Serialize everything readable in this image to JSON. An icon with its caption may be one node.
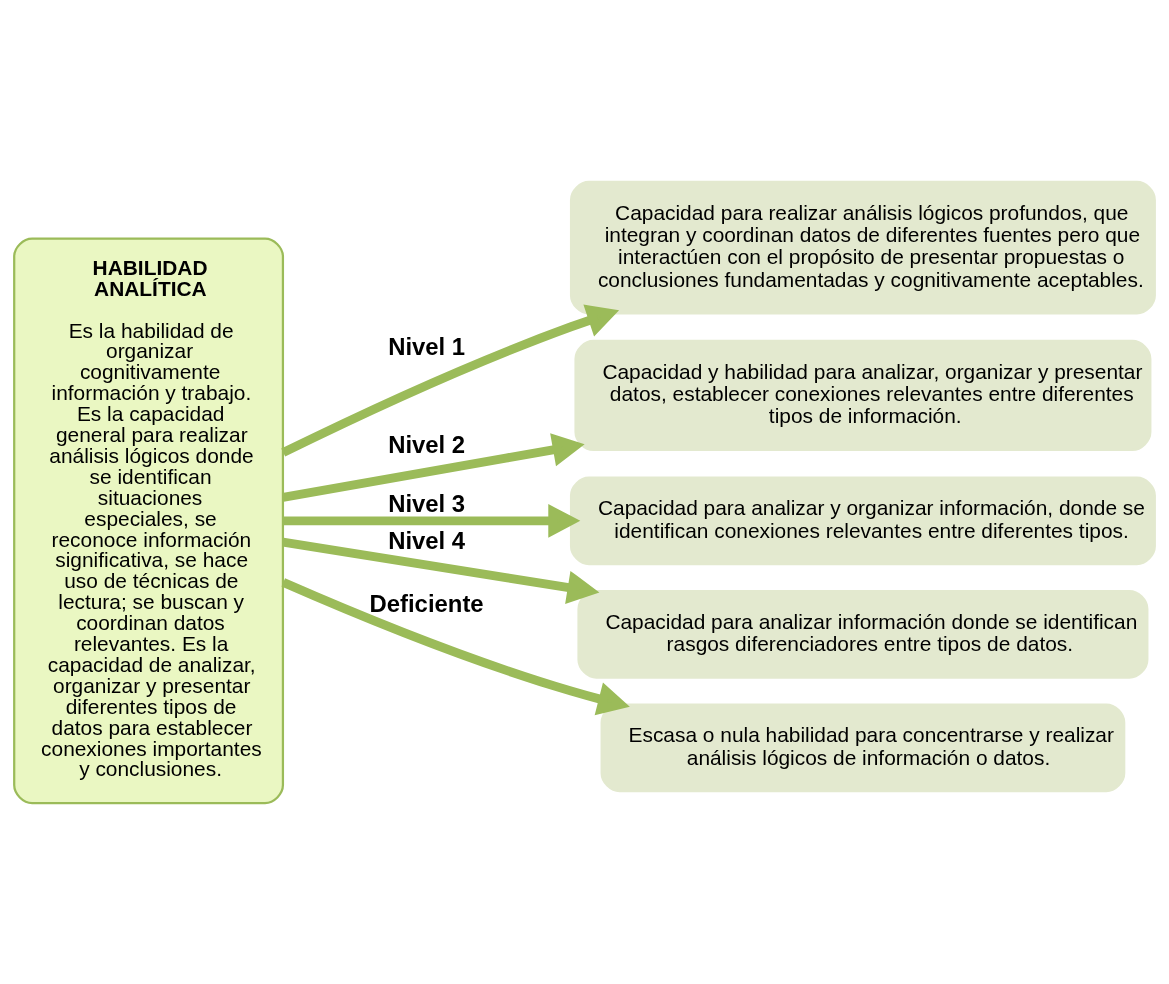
{
  "diagram": {
    "nodes": [
      {
        "text": [
          "HABILIDAD ANALÍTICA",
          "Es la habilidad de organizar cognitivamente información y trabajo. Es la capacidad general para realizar análisis lógicos donde se identifican situaciones especiales, se reconoce información significativa, se hace uso de técnicas de lectura; se buscan y coordinan datos relevantes. Es la capacidad de analizar, organizar y presentar diferentes tipos de datos para establecer conexiones importantes y conclusiones."
        ]
      },
      {
        "text": [
          "Capacidad para realizar análisis lógicos profundos, que integran y coordinan datos de diferentes fuentes pero que interactúen con el propósito de presentar propuestas o conclusiones fundamentadas y cognitivamente aceptables."
        ]
      },
      {
        "text": [
          "Capacidad y habilidad para analizar, organizar y presentar datos, establecer conexiones relevantes entre diferentes tipos de información."
        ]
      },
      {
        "text": [
          "Capacidad para analizar y organizar información, donde se identifican conexiones relevantes entre diferentes tipos."
        ]
      },
      {
        "text": [
          "Capacidad para analizar información donde se identifican rasgos diferenciadores entre tipos de datos."
        ]
      },
      {
        "text": [
          "Escasa o nula habilidad para concentrarse y realizar análisis lógicos de información o datos."
        ]
      }
    ],
    "edges": [
      {
        "from": 0,
        "to": 1,
        "arrow": "to",
        "label": "Nivel 1"
      },
      {
        "from": 0,
        "to": 2,
        "arrow": "to",
        "label": "Nivel 2"
      },
      {
        "from": 0,
        "to": 3,
        "arrow": "to",
        "label": "Nivel 3"
      },
      {
        "from": 0,
        "to": 4,
        "arrow": "to",
        "label": "Nivel 4"
      },
      {
        "from": 0,
        "to": 5,
        "arrow": "to",
        "label": "Deficiente"
      }
    ]
  }
}
